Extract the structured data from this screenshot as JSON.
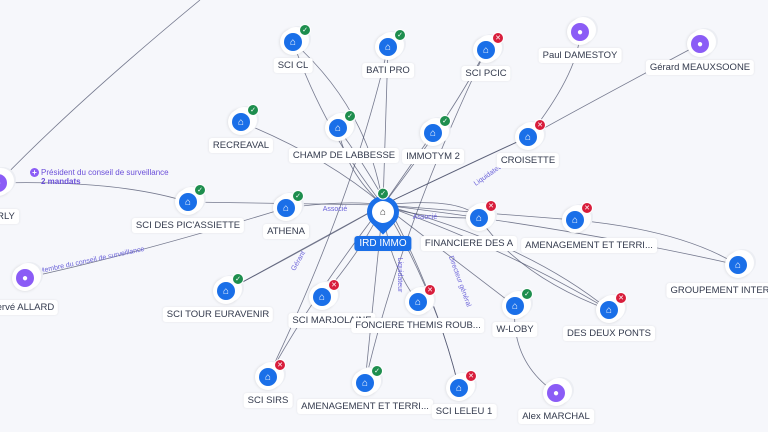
{
  "center": {
    "name": "IRD IMMO",
    "status": "active"
  },
  "nodes": [
    {
      "id": "scicl",
      "name": "SCI CL",
      "type": "company",
      "status": "active"
    },
    {
      "id": "batipro",
      "name": "BATI PRO",
      "type": "company",
      "status": "active"
    },
    {
      "id": "scipcic",
      "name": "SCI PCIC",
      "type": "company",
      "status": "closed"
    },
    {
      "id": "paul",
      "name": "Paul DAMESTOY",
      "type": "person"
    },
    {
      "id": "gerard",
      "name": "Gérard MEAUXSOONE",
      "type": "person"
    },
    {
      "id": "recreaval",
      "name": "RECREAVAL",
      "type": "company",
      "status": "active"
    },
    {
      "id": "champ",
      "name": "CHAMP DE LABBESSE",
      "type": "company",
      "status": "active"
    },
    {
      "id": "immotym",
      "name": "IMMOTYM 2",
      "type": "company",
      "status": "active"
    },
    {
      "id": "croisette",
      "name": "CROISETTE",
      "type": "company",
      "status": "closed"
    },
    {
      "id": "rly",
      "name": "RLY",
      "type": "person"
    },
    {
      "id": "picassiette",
      "name": "SCI DES PIC'ASSIETTE",
      "type": "company",
      "status": "active"
    },
    {
      "id": "athena",
      "name": "ATHENA",
      "type": "company",
      "status": "active"
    },
    {
      "id": "financiere",
      "name": "FINANCIERE DES A",
      "type": "company",
      "status": "closed"
    },
    {
      "id": "amenag1",
      "name": "AMENAGEMENT ET TERRI...",
      "type": "company",
      "status": "closed"
    },
    {
      "id": "groupement",
      "name": "GROUPEMENT INTER",
      "type": "company",
      "status": "none"
    },
    {
      "id": "herve",
      "name": "Hervé ALLARD",
      "type": "person"
    },
    {
      "id": "tour",
      "name": "SCI TOUR EURAVENIR",
      "type": "company",
      "status": "active"
    },
    {
      "id": "marjolaine",
      "name": "SCI MARJOLAINE",
      "type": "company",
      "status": "closed"
    },
    {
      "id": "themis",
      "name": "FONCIERE THEMIS ROUB...",
      "type": "company",
      "status": "closed"
    },
    {
      "id": "wloby",
      "name": "W-LOBY",
      "type": "company",
      "status": "active"
    },
    {
      "id": "deuxponts",
      "name": "DES DEUX PONTS",
      "type": "company",
      "status": "closed"
    },
    {
      "id": "sirs",
      "name": "SCI SIRS",
      "type": "company",
      "status": "closed"
    },
    {
      "id": "amenag2",
      "name": "AMENAGEMENT ET TERRI...",
      "type": "company",
      "status": "active"
    },
    {
      "id": "leleu",
      "name": "SCI LELEU 1",
      "type": "company",
      "status": "closed"
    },
    {
      "id": "alex",
      "name": "Alex MARCHAL",
      "type": "person"
    }
  ],
  "edge_labels": {
    "associe": "Associé",
    "liquidateur": "Liquidateur",
    "gerant": "Gérant",
    "membre": "Membre du conseil de surveillance",
    "president": "Président du conseil de surveillance",
    "mandats": "2 mandats",
    "directeur": "Directeur général"
  },
  "colors": {
    "company": "#1a6fe8",
    "person": "#8b5cf6",
    "active": "#1e8e4e",
    "closed": "#d81e3c",
    "edge": "#4a4f6a",
    "edge_label": "#6b63d9"
  }
}
